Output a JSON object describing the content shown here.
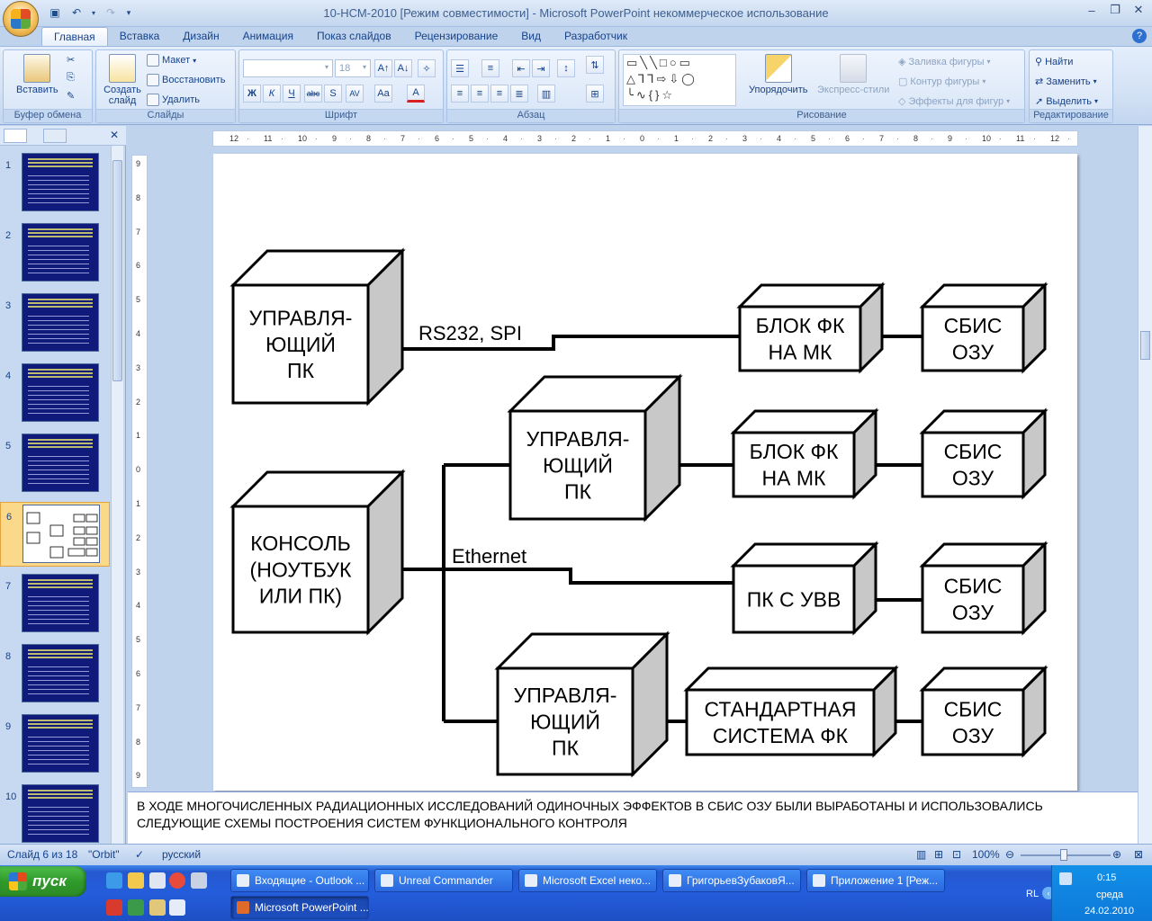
{
  "window": {
    "title": "10-НСМ-2010 [Режим совместимости] - Microsoft PowerPoint некоммерческое использование"
  },
  "ribbon": {
    "tabs": [
      {
        "label": "Главная"
      },
      {
        "label": "Вставка"
      },
      {
        "label": "Дизайн"
      },
      {
        "label": "Анимация"
      },
      {
        "label": "Показ слайдов"
      },
      {
        "label": "Рецензирование"
      },
      {
        "label": "Вид"
      },
      {
        "label": "Разработчик"
      }
    ],
    "clipboard": {
      "label": "Буфер обмена",
      "paste": "Вставить"
    },
    "slides": {
      "label": "Слайды",
      "create": "Создать слайд",
      "layout": "Макет",
      "reset": "Восстановить",
      "delete": "Удалить"
    },
    "font": {
      "label": "Шрифт",
      "size": "18"
    },
    "paragraph": {
      "label": "Абзац"
    },
    "drawing": {
      "label": "Рисование",
      "arrange": "Упорядочить",
      "quick_styles": "Экспресс-стили",
      "fill": "Заливка фигуры",
      "outline": "Контур фигуры",
      "effects": "Эффекты для фигур"
    },
    "editing": {
      "label": "Редактирование",
      "find": "Найти",
      "replace": "Заменить",
      "select": "Выделить"
    }
  },
  "thumbnails": [
    "1",
    "2",
    "3",
    "4",
    "5",
    "6",
    "7",
    "8",
    "9",
    "10"
  ],
  "selected_slide_index": 5,
  "ruler": {
    "h_ticks": [
      "12",
      "11",
      "10",
      "9",
      "8",
      "7",
      "6",
      "5",
      "4",
      "3",
      "2",
      "1",
      "0",
      "1",
      "2",
      "3",
      "4",
      "5",
      "6",
      "7",
      "8",
      "9",
      "10",
      "11",
      "12"
    ],
    "v_ticks": [
      "9",
      "8",
      "7",
      "6",
      "5",
      "4",
      "3",
      "2",
      "1",
      "0",
      "1",
      "2",
      "3",
      "4",
      "5",
      "6",
      "7",
      "8",
      "9"
    ]
  },
  "slide": {
    "rs_label": "RS232, SPI",
    "ethernet_label": "Ethernet",
    "boxes": {
      "ctl1": [
        "УПРАВЛЯ-",
        "ЮЩИЙ",
        "ПК"
      ],
      "fk1": [
        "БЛОК ФК",
        "НА МК"
      ],
      "sbis1": [
        "СБИС",
        "ОЗУ"
      ],
      "ctl2": [
        "УПРАВЛЯ-",
        "ЮЩИЙ",
        "ПК"
      ],
      "fk2": [
        "БЛОК ФК",
        "НА МК"
      ],
      "sbis2": [
        "СБИС",
        "ОЗУ"
      ],
      "console": [
        "КОНСОЛЬ",
        "(НОУТБУК",
        "ИЛИ ПК)"
      ],
      "pcuvv": [
        "ПК С УВВ"
      ],
      "sbis3": [
        "СБИС",
        "ОЗУ"
      ],
      "ctl3": [
        "УПРАВЛЯ-",
        "ЮЩИЙ",
        "ПК"
      ],
      "std": [
        "СТАНДАРТНАЯ",
        "СИСТЕМА ФК"
      ],
      "sbis4": [
        "СБИС",
        "ОЗУ"
      ]
    }
  },
  "notes": {
    "text": "В ХОДЕ МНОГОЧИСЛЕННЫХ РАДИАЦИОННЫХ ИССЛЕДОВАНИЙ ОДИНОЧНЫХ ЭФФЕКТОВ В СБИС ОЗУ БЫЛИ ВЫРАБОТАНЫ И ИСПОЛЬЗОВАЛИСЬ СЛЕДУЮЩИЕ СХЕМЫ ПОСТРОЕНИЯ СИСТЕМ ФУНКЦИОНАЛЬНОГО КОНТРОЛЯ"
  },
  "status": {
    "slide_info": "Слайд 6 из 18",
    "theme": "\"Orbit\"",
    "language": "русский",
    "zoom": "100%"
  },
  "taskbar": {
    "start": "пуск",
    "row1": [
      "Входящие - Outlook ...",
      "Unreal Commander",
      "Microsoft Excel неко...",
      "ГригорьевЗубаковЯ...",
      "Приложение 1 [Реж..."
    ],
    "row2": [
      "Microsoft PowerPoint ..."
    ],
    "lang": "RL",
    "time": "0:15",
    "day": "среда",
    "date": "24.02.2010"
  }
}
